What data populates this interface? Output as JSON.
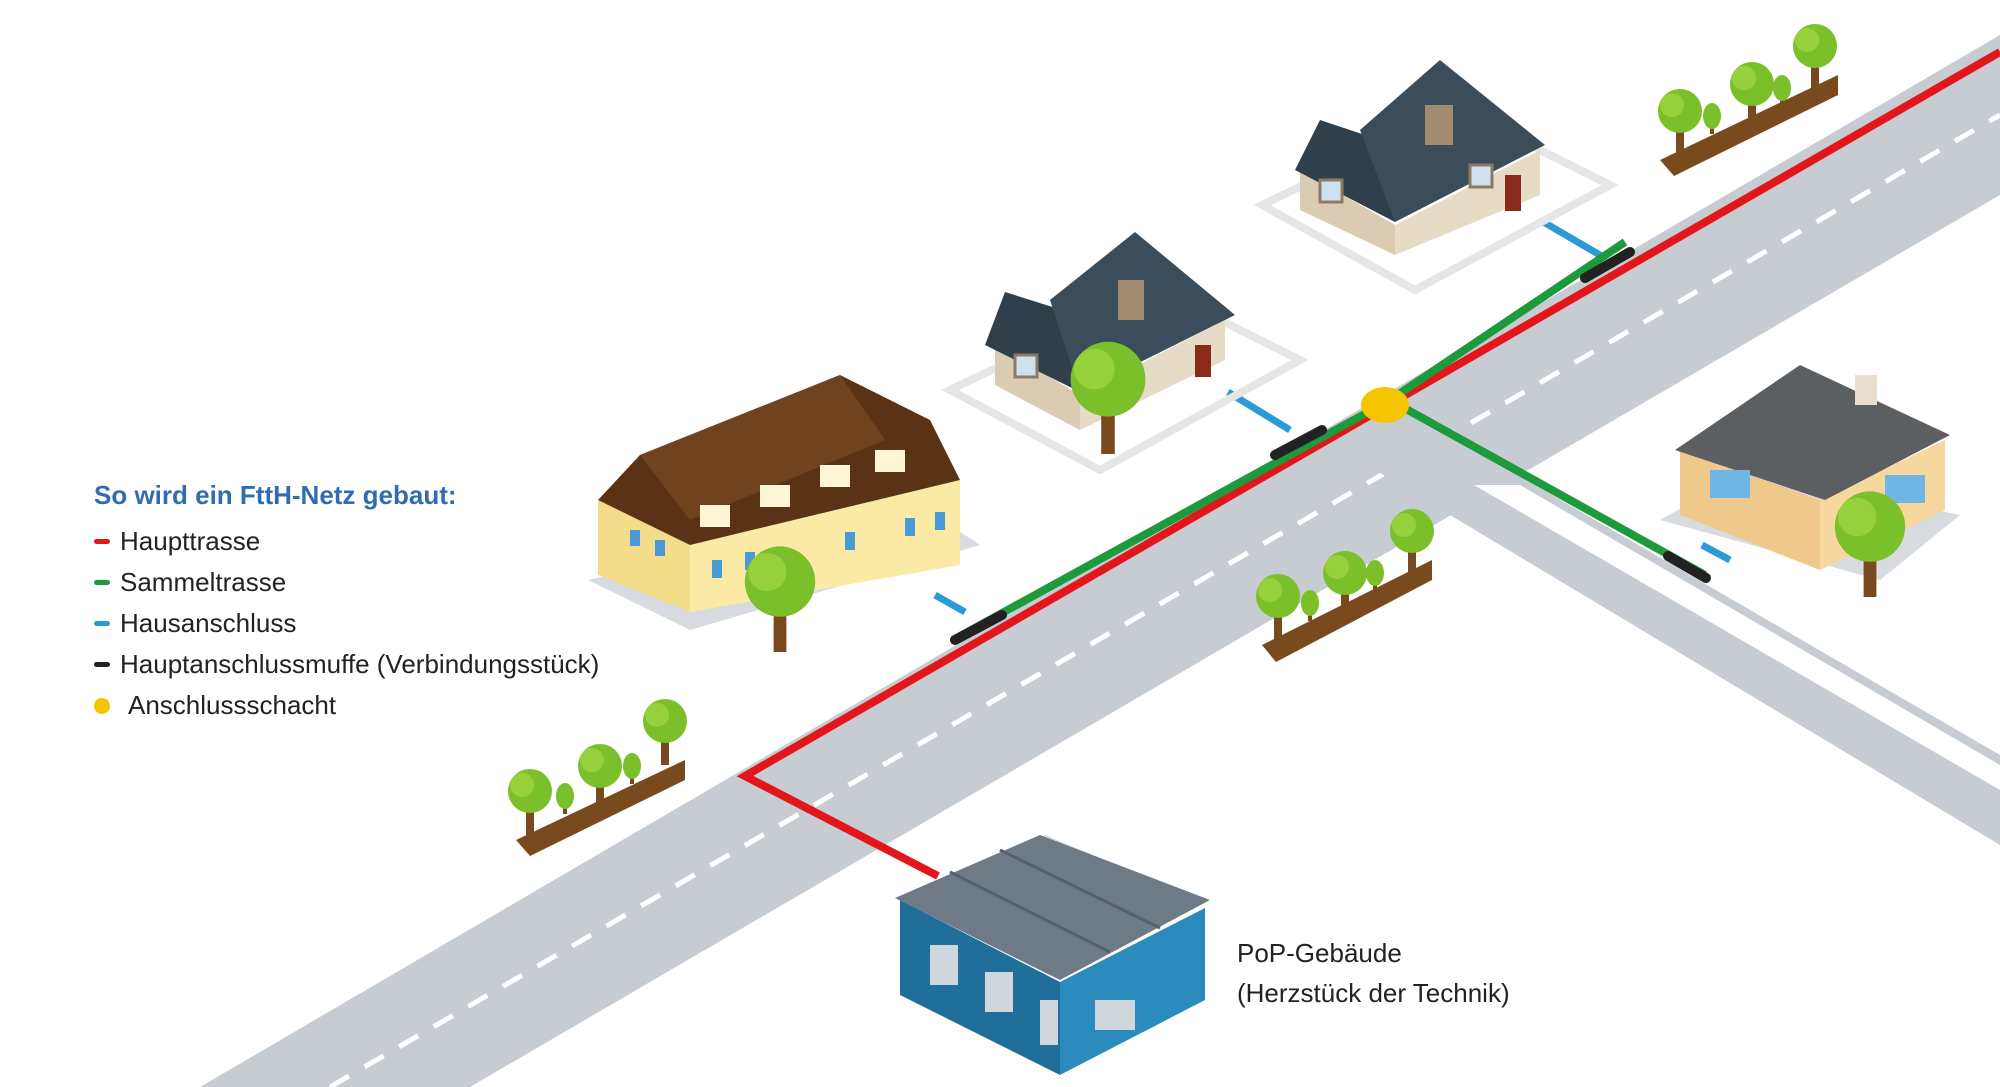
{
  "legend": {
    "title": "So wird ein FttH-Netz gebaut:",
    "items": [
      {
        "label": "Haupttrasse",
        "color": "#e3161b",
        "kind": "line"
      },
      {
        "label": "Sammeltrasse",
        "color": "#1d9a3b",
        "kind": "line"
      },
      {
        "label": "Hausanschluss",
        "color": "#2a9bd6",
        "kind": "line"
      },
      {
        "label": "Hauptanschlussmuffe (Verbindungsstück)",
        "color": "#222222",
        "kind": "line"
      },
      {
        "label": "Anschlussschacht",
        "color": "#f4c500",
        "kind": "dot"
      }
    ]
  },
  "pop": {
    "line1": "PoP-Gebäude",
    "line2": "(Herzstück der Technik)"
  },
  "colors": {
    "road": "#c6ccd1",
    "road_mark": "#ffffff",
    "main": "#e3161b",
    "collector": "#1d9a3b",
    "house_conn": "#2a9bd6",
    "joint": "#222222",
    "manhole": "#f4c500"
  }
}
